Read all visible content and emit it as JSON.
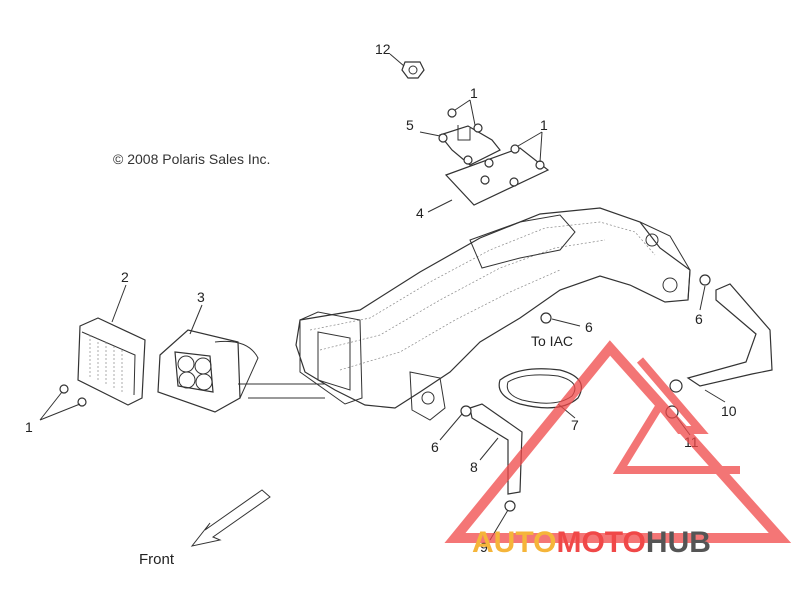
{
  "copyright": "© 2008 Polaris Sales Inc.",
  "front_label": "Front",
  "iac_label": "To IAC",
  "callouts": [
    {
      "label": "12"
    },
    {
      "label": "1"
    },
    {
      "label": "1"
    },
    {
      "label": "5"
    },
    {
      "label": "4"
    },
    {
      "label": "2"
    },
    {
      "label": "3"
    },
    {
      "label": "1"
    },
    {
      "label": "6"
    },
    {
      "label": "6"
    },
    {
      "label": "6"
    },
    {
      "label": "7"
    },
    {
      "label": "8"
    },
    {
      "label": "9"
    },
    {
      "label": "10"
    },
    {
      "label": "11"
    }
  ],
  "watermark": {
    "part1": "AUTO",
    "part2": "MOTO",
    "part3": "HUB",
    "color_primary": "#f04848",
    "color_secondary": "#f5b53a",
    "color_dark": "#555555"
  }
}
